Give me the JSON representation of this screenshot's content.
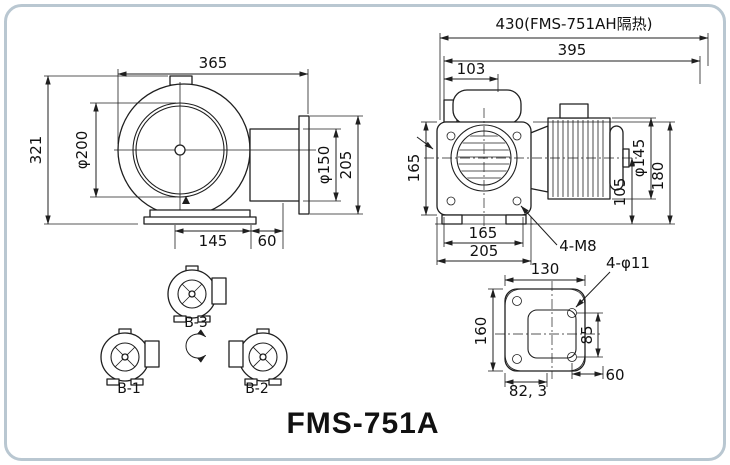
{
  "title": "FMS-751A",
  "front_view": {
    "dim_width": "365",
    "dim_height": "321",
    "dim_inlet": "φ200",
    "dim_outlet_bore": "φ150",
    "dim_outlet_flange": "205",
    "dim_foot": "145",
    "dim_outlet_offset": "60"
  },
  "side_view": {
    "dim_overall": "430(FMS-751AH隔热)",
    "dim_length": "395",
    "dim_front": "103",
    "dim_flange_height": "165",
    "dim_flange_width": "165",
    "dim_flange_overall": "205",
    "bolt_note": "4-M8",
    "dim_motor_dia": "φ145",
    "dim_height_axis": "105",
    "dim_height_overall": "180"
  },
  "orientation_views": {
    "b3": "B-3",
    "b1": "B-1",
    "b2": "B-2"
  },
  "base_view": {
    "dim_width": "130",
    "hole_note": "4-φ11",
    "dim_length": "160",
    "dim_hole_span": "85",
    "dim_offset": "82, 3",
    "dim_side": "60"
  },
  "colors": {
    "ink": "#1f1f1f",
    "border": "#b9c7d1"
  }
}
